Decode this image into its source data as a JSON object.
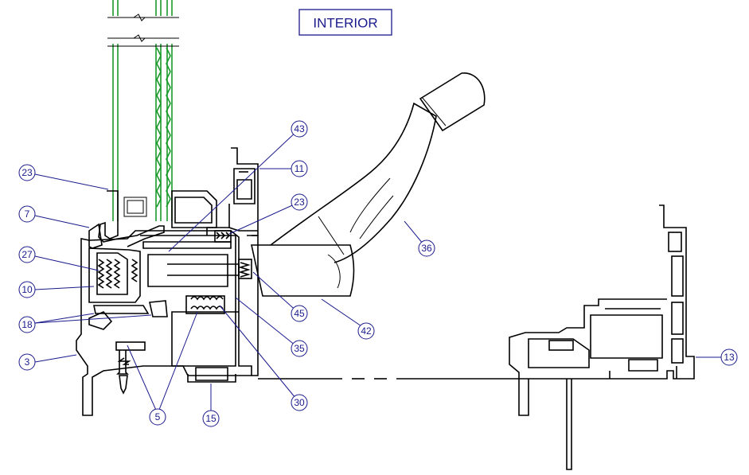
{
  "title_label": "INTERIOR",
  "callouts": [
    {
      "id": "c23a",
      "label": "23"
    },
    {
      "id": "c7",
      "label": "7"
    },
    {
      "id": "c27",
      "label": "27"
    },
    {
      "id": "c10",
      "label": "10"
    },
    {
      "id": "c18",
      "label": "18"
    },
    {
      "id": "c3",
      "label": "3"
    },
    {
      "id": "c5",
      "label": "5"
    },
    {
      "id": "c15",
      "label": "15"
    },
    {
      "id": "c43",
      "label": "43"
    },
    {
      "id": "c11",
      "label": "11"
    },
    {
      "id": "c23b",
      "label": "23"
    },
    {
      "id": "c45",
      "label": "45"
    },
    {
      "id": "c35",
      "label": "35"
    },
    {
      "id": "c30",
      "label": "30"
    },
    {
      "id": "c42",
      "label": "42"
    },
    {
      "id": "c36",
      "label": "36"
    },
    {
      "id": "c13",
      "label": "13"
    }
  ]
}
